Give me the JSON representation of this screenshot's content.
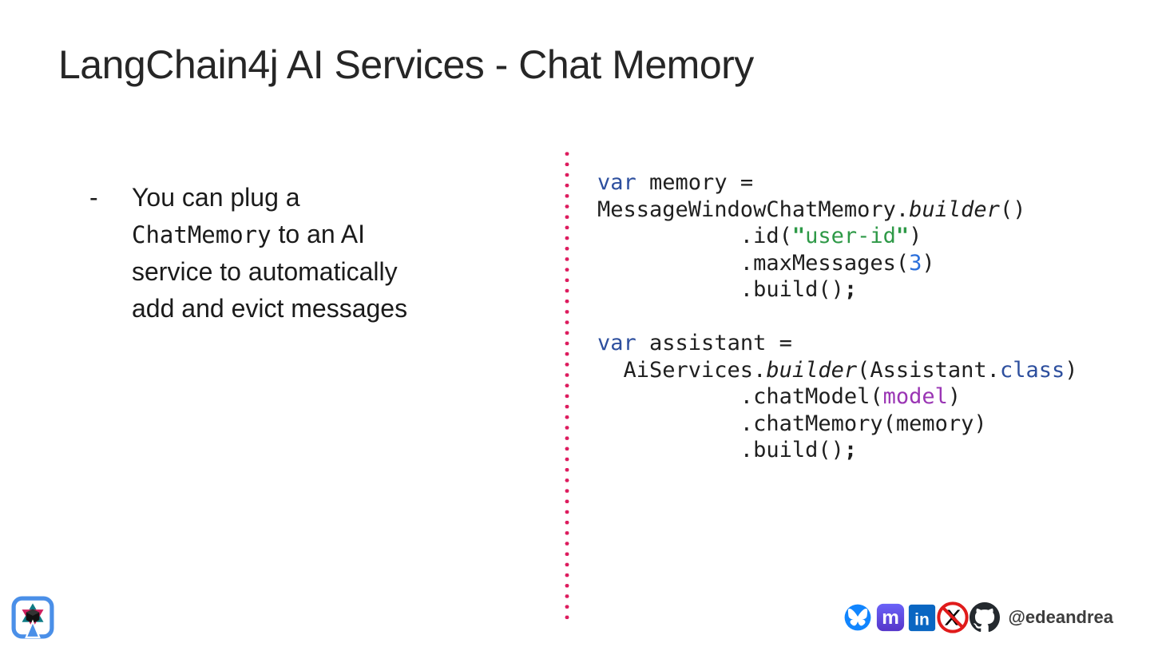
{
  "slide": {
    "title": "LangChain4j AI Services - Chat Memory"
  },
  "bullet": {
    "dash": "-",
    "text_before_code": "You can plug a ",
    "inline_code": "ChatMemory",
    "text_after_code": " to an AI service to automatically add and evict messages"
  },
  "code_block": {
    "lines": [
      [
        {
          "t": "var",
          "s": "kw"
        },
        {
          "t": " memory =",
          "s": "p"
        }
      ],
      [
        {
          "t": "MessageWindowChatMemory.",
          "s": "p"
        },
        {
          "t": "builder",
          "s": "it"
        },
        {
          "t": "()",
          "s": "p"
        }
      ],
      [
        {
          "t": "           .id(",
          "s": "p"
        },
        {
          "t": "\"",
          "s": "sq"
        },
        {
          "t": "user-id",
          "s": "st"
        },
        {
          "t": "\"",
          "s": "sq"
        },
        {
          "t": ")",
          "s": "p"
        }
      ],
      [
        {
          "t": "           .maxMessages(",
          "s": "p"
        },
        {
          "t": "3",
          "s": "nu"
        },
        {
          "t": ")",
          "s": "p"
        }
      ],
      [
        {
          "t": "           .build()",
          "s": "p"
        },
        {
          "t": ";",
          "s": "sb"
        }
      ],
      [],
      [
        {
          "t": "var",
          "s": "kw"
        },
        {
          "t": " assistant =",
          "s": "p"
        }
      ],
      [
        {
          "t": "  AiServices.",
          "s": "p"
        },
        {
          "t": "builder",
          "s": "it"
        },
        {
          "t": "(Assistant.",
          "s": "p"
        },
        {
          "t": "class",
          "s": "kw"
        },
        {
          "t": ")",
          "s": "p"
        }
      ],
      [
        {
          "t": "           .chatModel(",
          "s": "p"
        },
        {
          "t": "model",
          "s": "fi"
        },
        {
          "t": ")",
          "s": "p"
        }
      ],
      [
        {
          "t": "           .chatMemory(memory)",
          "s": "p"
        }
      ],
      [
        {
          "t": "           .build()",
          "s": "p"
        },
        {
          "t": ";",
          "s": "sb"
        }
      ]
    ]
  },
  "footer": {
    "handle": "@edeandrea",
    "icons": [
      "bluesky-icon",
      "mastodon-icon",
      "linkedin-icon",
      "x-crossed-out-icon",
      "github-icon"
    ]
  },
  "colors": {
    "divider_dot": "#dd1c5e",
    "keyword_blue": "#2d4f9e",
    "string_green": "#2e9947",
    "number_blue": "#2a6fdb",
    "field_purple": "#9a35b4",
    "bluesky_blue": "#1185FE",
    "mastodon_purple": "#6364FF",
    "linkedin_blue": "#0A66C2",
    "github_dark": "#24292e",
    "prohibition_red": "#e01b1b",
    "title_text": "#262626"
  }
}
